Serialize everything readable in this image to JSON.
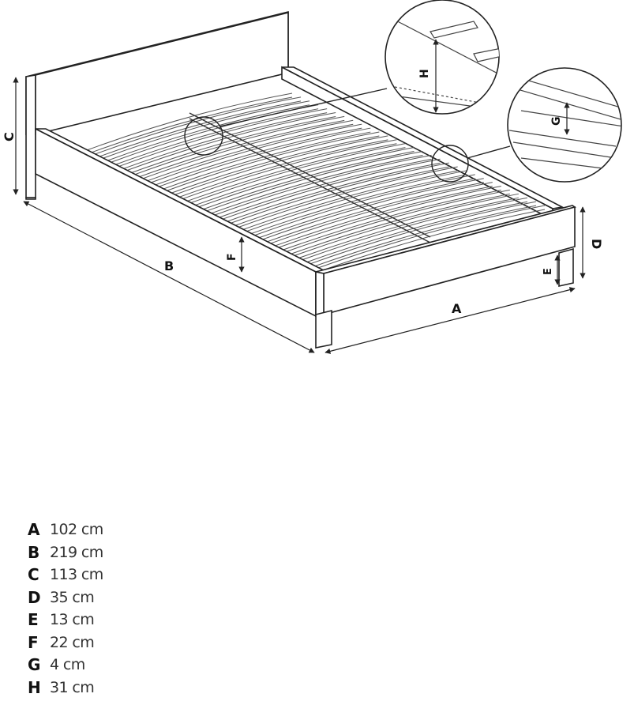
{
  "labels": {
    "A": "A",
    "B": "B",
    "C": "C",
    "D": "D",
    "E": "E",
    "F": "F",
    "G": "G",
    "H": "H"
  },
  "dimensions": [
    {
      "key": "A",
      "value": "102 cm"
    },
    {
      "key": "B",
      "value": "219 cm"
    },
    {
      "key": "C",
      "value": "113 cm"
    },
    {
      "key": "D",
      "value": "35 cm"
    },
    {
      "key": "E",
      "value": "13 cm"
    },
    {
      "key": "F",
      "value": "22 cm"
    },
    {
      "key": "G",
      "value": "4 cm"
    },
    {
      "key": "H",
      "value": "31 cm"
    }
  ]
}
